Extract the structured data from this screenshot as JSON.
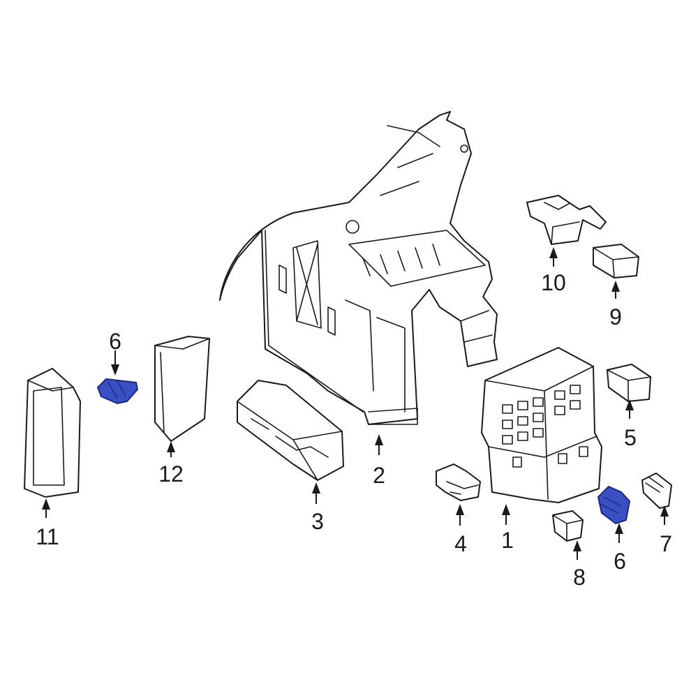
{
  "colors": {
    "line": "#1a1a1a",
    "highlight": "#3a4fc4",
    "highlight_edge": "#1b2a80",
    "background": "#ffffff"
  },
  "callouts": [
    {
      "id": "1",
      "label": "1"
    },
    {
      "id": "2",
      "label": "2"
    },
    {
      "id": "3",
      "label": "3"
    },
    {
      "id": "4",
      "label": "4"
    },
    {
      "id": "5",
      "label": "5"
    },
    {
      "id": "6a",
      "label": "6"
    },
    {
      "id": "6b",
      "label": "6"
    },
    {
      "id": "7",
      "label": "7"
    },
    {
      "id": "8",
      "label": "8"
    },
    {
      "id": "9",
      "label": "9"
    },
    {
      "id": "10",
      "label": "10"
    },
    {
      "id": "11",
      "label": "11"
    },
    {
      "id": "12",
      "label": "12"
    }
  ]
}
